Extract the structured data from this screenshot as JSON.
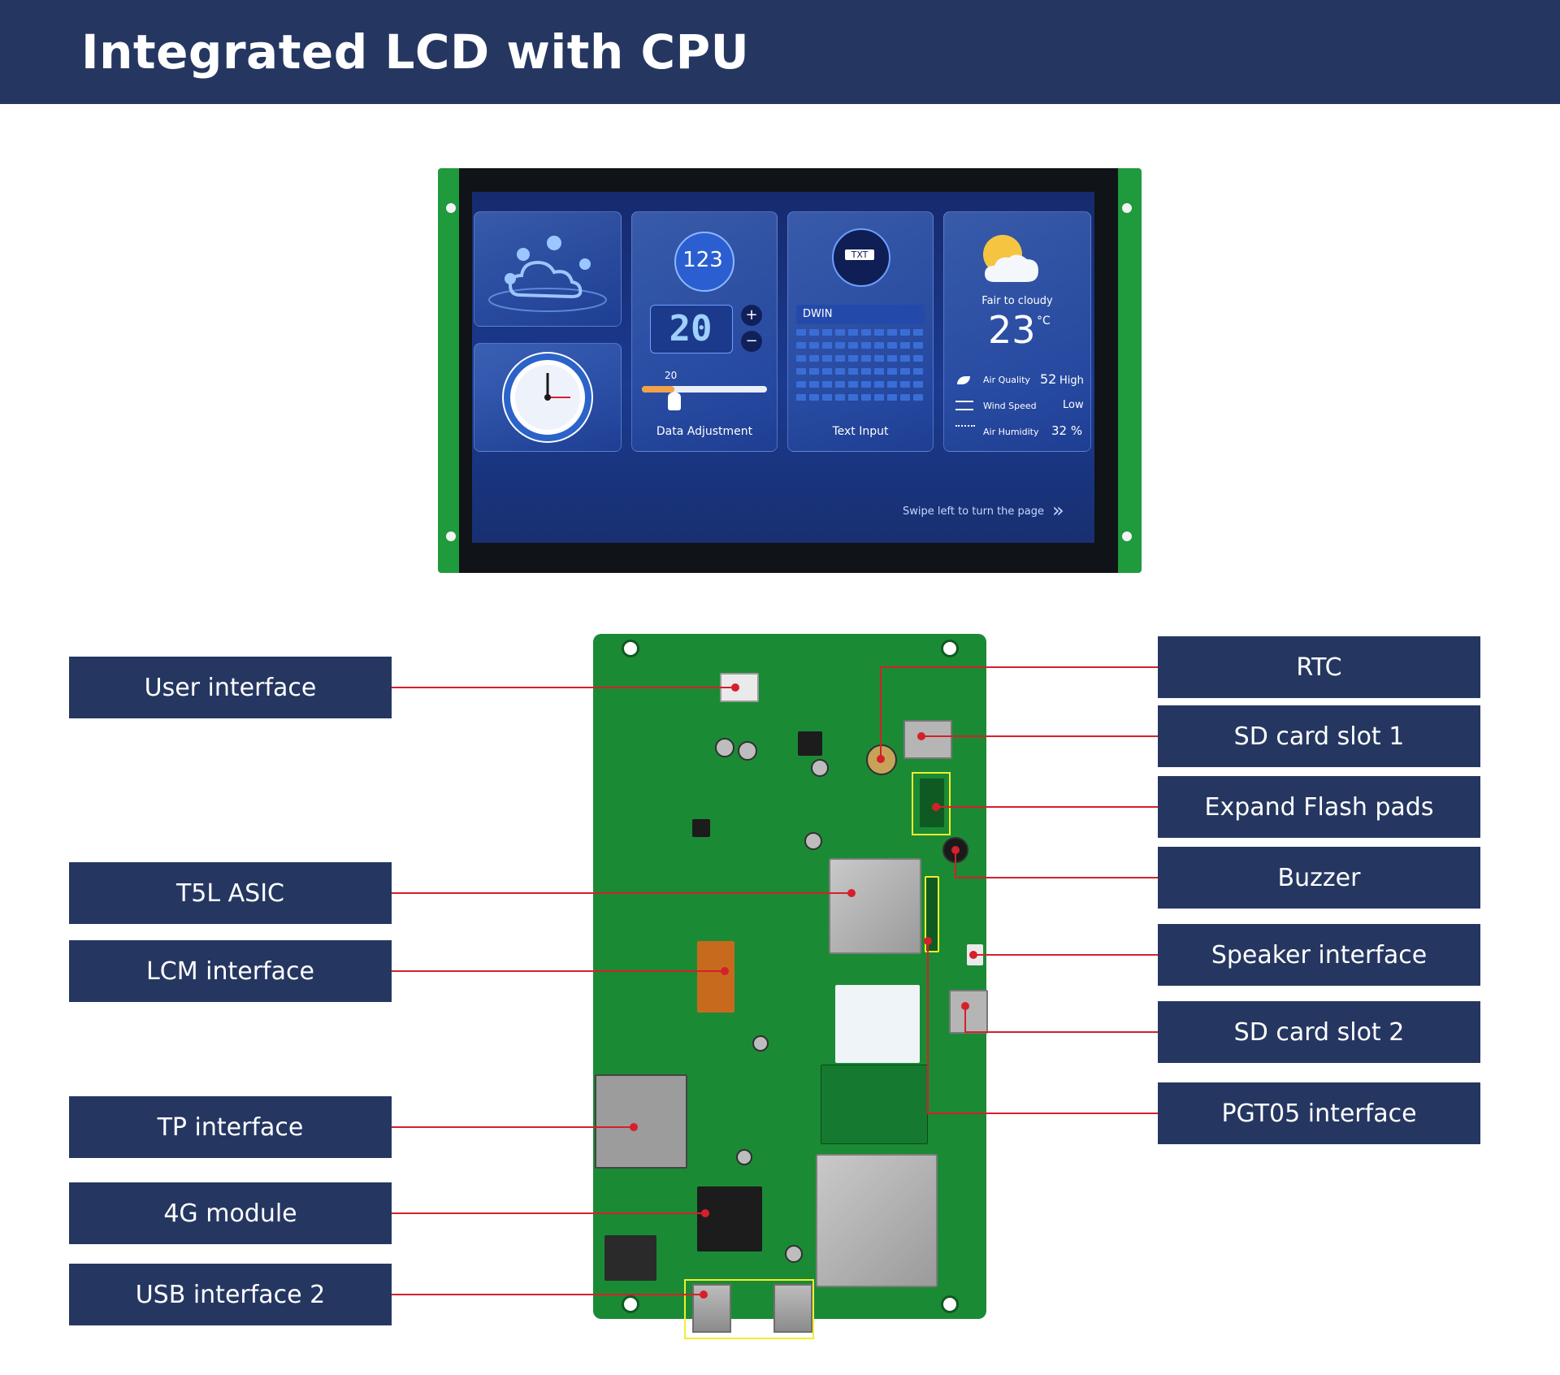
{
  "header": {
    "title": "Integrated LCD with CPU"
  },
  "lcd": {
    "tile_number": "123",
    "data_value": "20",
    "slider_value": "20",
    "data_adjustment_label": "Data Adjustment",
    "file_icon_text": "TXT",
    "keyboard_brand": "DWIN",
    "text_input_label": "Text Input",
    "weather": {
      "condition": "Fair to cloudy",
      "temperature": "23",
      "unit": "°C",
      "air_quality_label": "Air Quality",
      "air_quality_value": "52",
      "air_quality_level": "High",
      "wind_label": "Wind Speed",
      "wind_value": "Low",
      "humidity_label": "Air Humidity",
      "humidity_value": "32 %"
    },
    "swipe_hint": "Swipe left to turn the page"
  },
  "callouts": {
    "left": [
      "User interface",
      "T5L ASIC",
      "LCM interface",
      "TP interface",
      "4G module",
      "USB interface 2"
    ],
    "right": [
      "RTC",
      "SD card slot 1",
      "Expand Flash pads",
      "Buzzer",
      "Speaker interface",
      "SD card slot 2",
      "PGT05 interface"
    ]
  },
  "colors": {
    "header": "#253761",
    "callout_box": "#253761",
    "leader_line": "#d5202a",
    "pcb": "#1b8a35",
    "highlight": "#f2ee2d"
  }
}
